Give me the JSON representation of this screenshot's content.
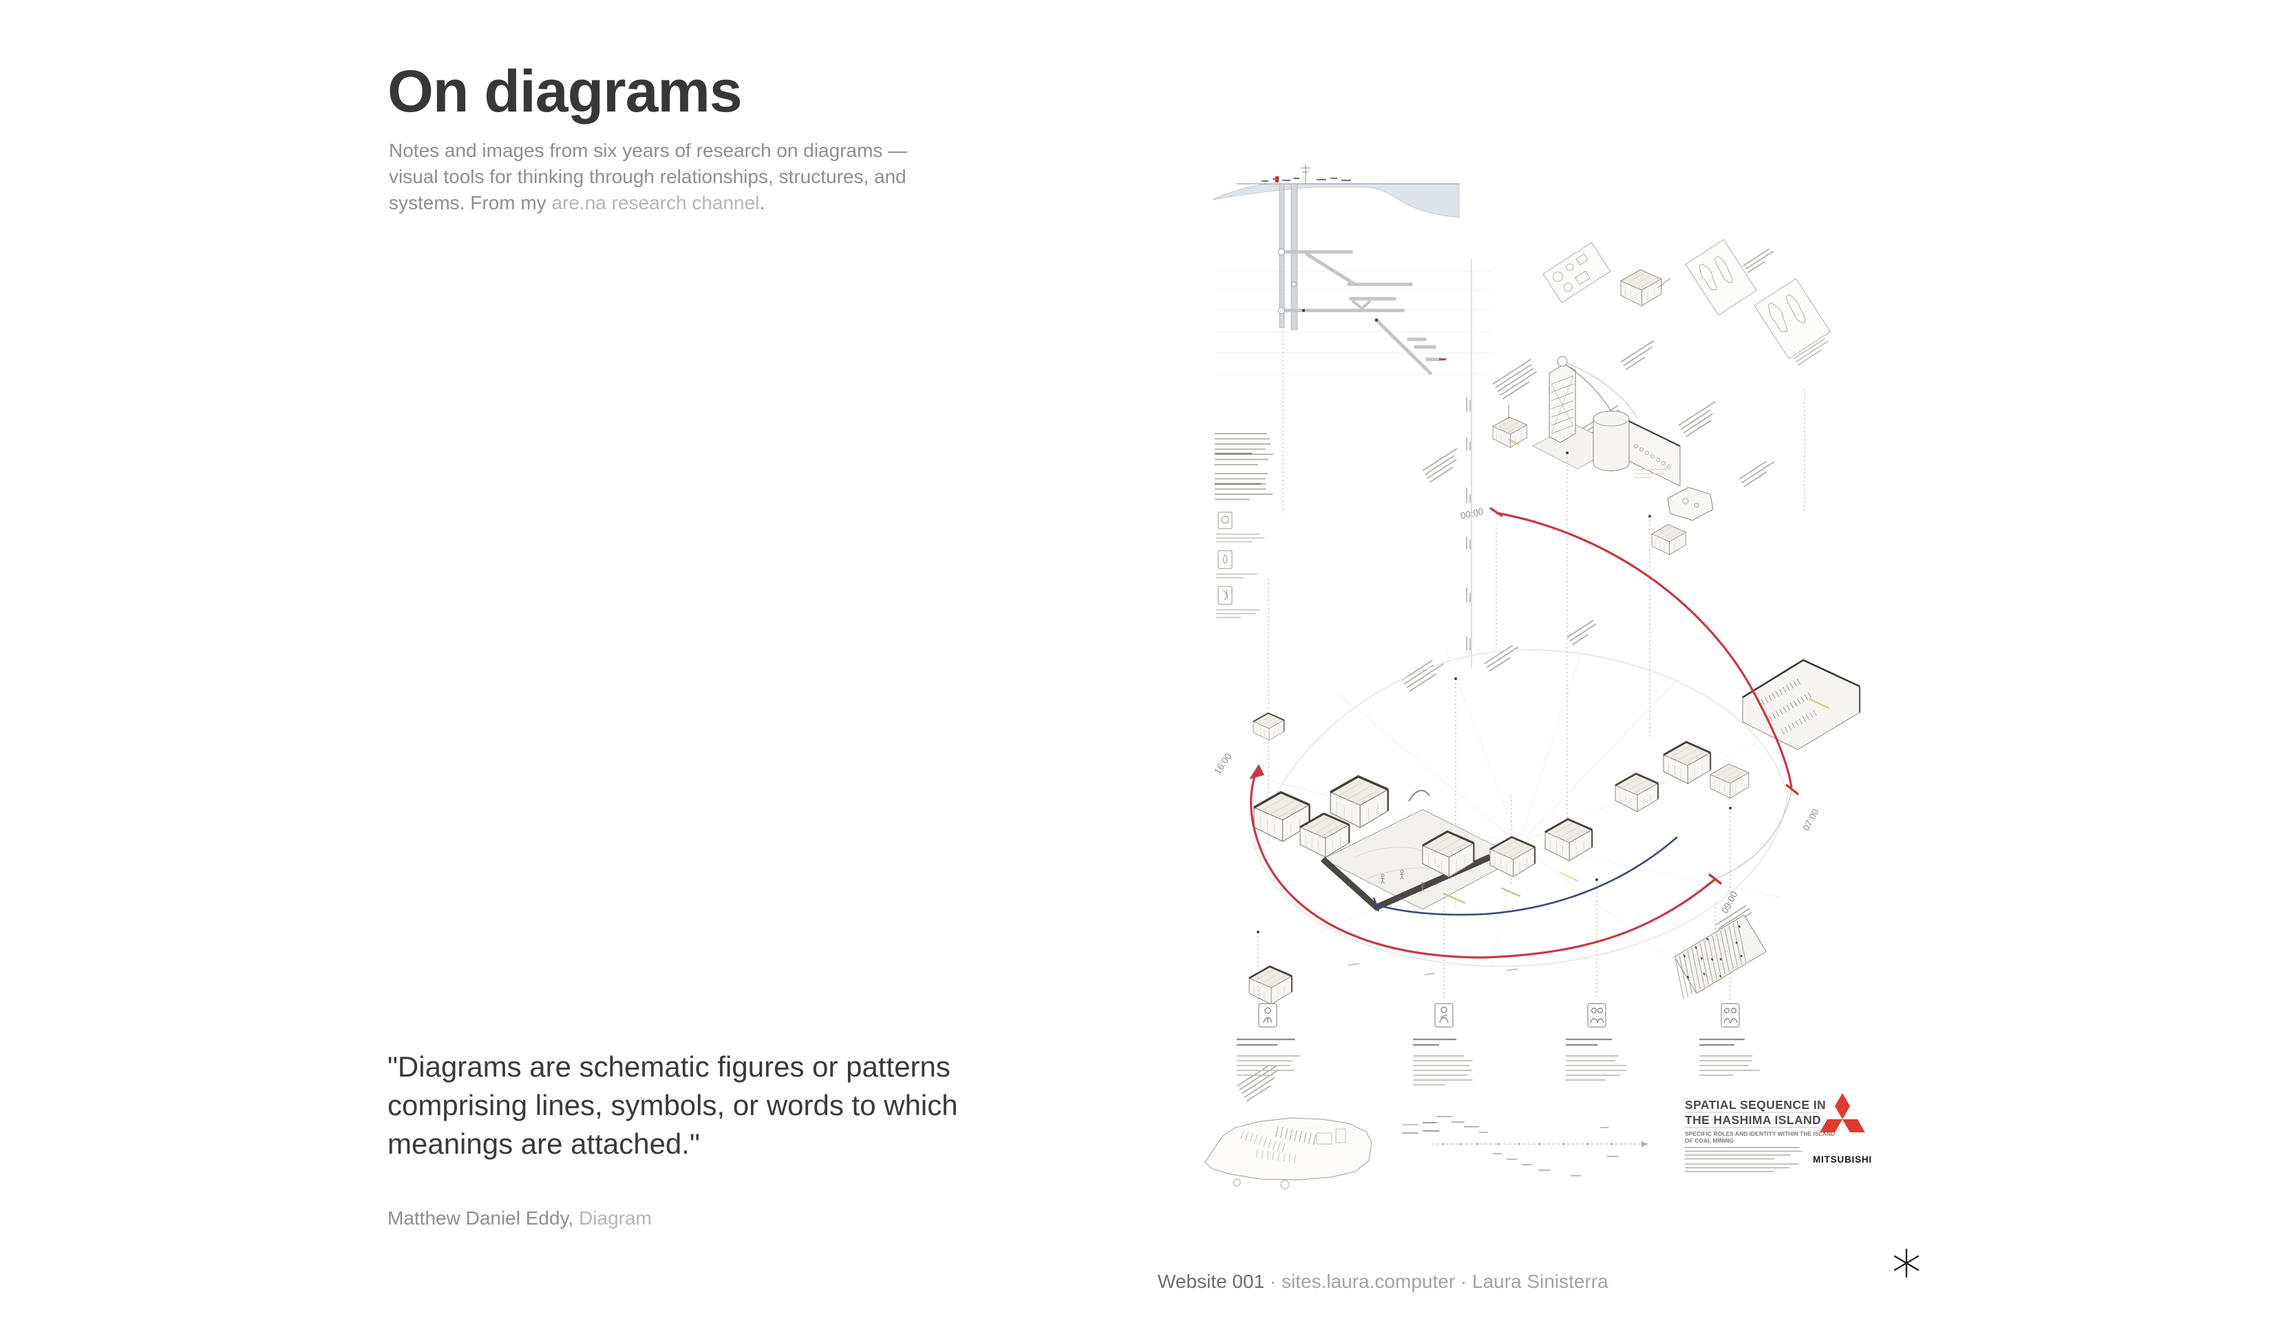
{
  "page": {
    "heading": "On diagrams",
    "intro": {
      "text": "Notes and images from six years of research on diagrams — visual tools for thinking through relationships, structures, and systems. From my ",
      "link": "are.na research channel",
      "suffix": "."
    },
    "quote": {
      "text": "\"Diagrams are schematic figures or patterns comprising lines, symbols, or words to which meanings are attached.\"",
      "author": "Matthew Daniel Eddy,",
      "source": "Diagram"
    },
    "footer": {
      "label": "Website 001",
      "separator": "·",
      "site": "sites.laura.computer",
      "author": "Laura Sinisterra"
    },
    "icons": {
      "footer_mark": "six-spoke-asterisk",
      "tile_icons": [
        "person-standing",
        "person-working",
        "person-resting",
        "two-people"
      ]
    }
  },
  "artwork": {
    "description": "Isometric spatial-sequence diagram of the Hashima Island coal mine daily cycle",
    "title_block": {
      "line1": "SPATIAL SEQUENCE IN",
      "line2": "THE HASHIMA ISLAND",
      "subtitle1": "SPECIFIC ROLES AND IDENTITY WITHIN THE ISLAND",
      "subtitle2": "OF COAL MINING",
      "logo": "MITSUBISHI"
    },
    "time_labels": {
      "start": "00:00",
      "right": "07:00",
      "bottom": "09:00",
      "left": "16:00"
    },
    "colors": {
      "cycle_red": "#c53a44",
      "cycle_blue": "#3c477c",
      "terrain": "#dde3e9",
      "logo_red": "#e03a2f"
    }
  }
}
